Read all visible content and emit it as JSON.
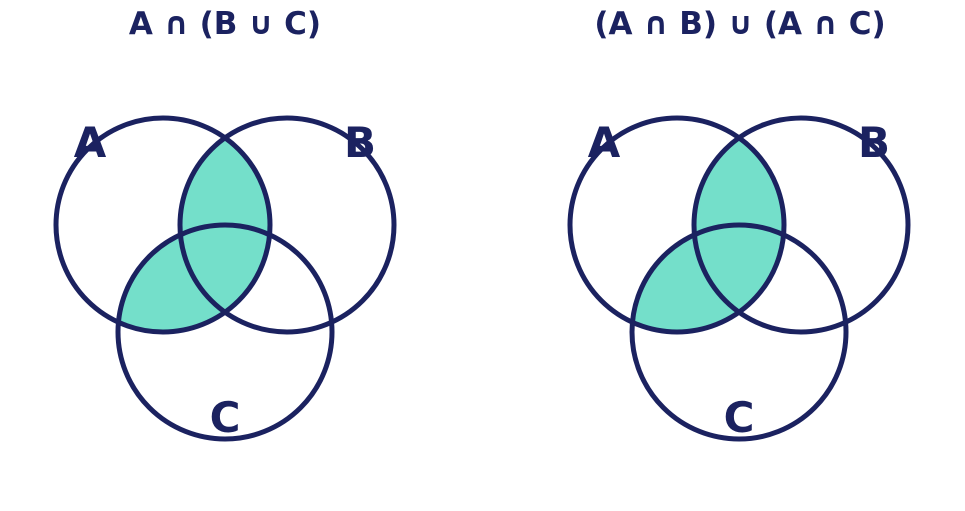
{
  "colors": {
    "outline": "#1b2260",
    "fill": "#74dfca",
    "background": "#ffffff"
  },
  "diagrams": [
    {
      "title": "A ∩ (B ∪ C)",
      "labels": {
        "a": "A",
        "b": "B",
        "c": "C"
      },
      "shaded_regions": [
        "A∩B only",
        "A∩C only",
        "A∩B∩C"
      ]
    },
    {
      "title": "(A ∩ B) ∪ (A ∩ C)",
      "labels": {
        "a": "A",
        "b": "B",
        "c": "C"
      },
      "shaded_regions": [
        "A∩B only",
        "A∩C only",
        "A∩B∩C"
      ]
    }
  ]
}
